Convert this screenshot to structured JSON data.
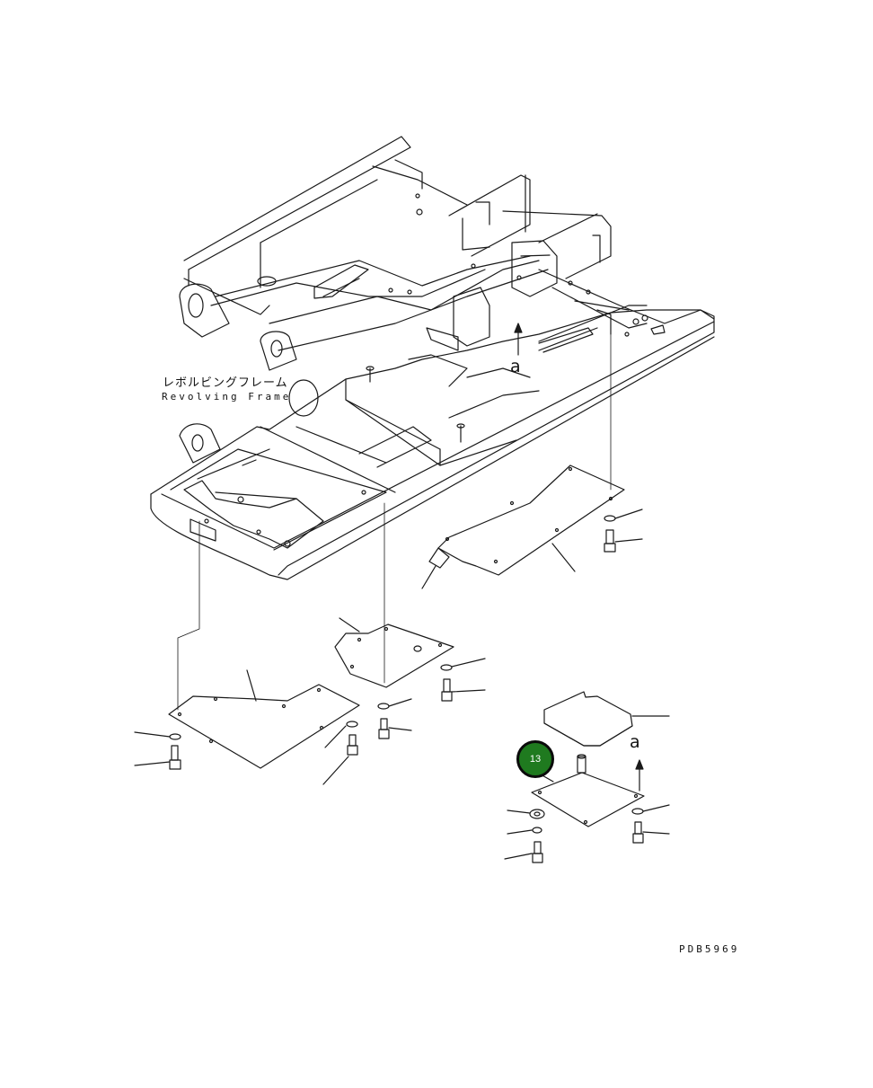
{
  "diagram": {
    "label_jp": "レボルビングフレーム",
    "label_en": "Revolving Frame",
    "ref_marker_upper": "a",
    "ref_marker_lower": "a",
    "part_number_badge": "13",
    "drawing_code": "PDB5969"
  },
  "colors": {
    "line": "#1a1a1a",
    "badge_fill": "#1f7a1f",
    "badge_border": "#0b0b0b",
    "badge_text": "#ffffff",
    "background": "#ffffff"
  }
}
